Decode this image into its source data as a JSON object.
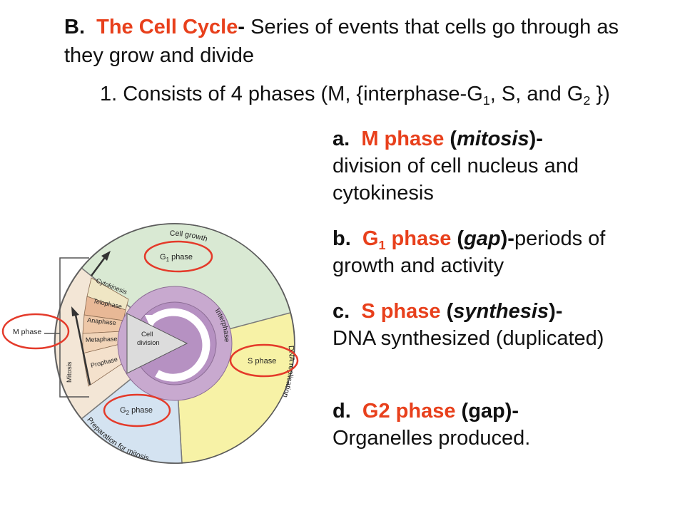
{
  "heading": {
    "letter": "B.",
    "topic": "The Cell Cycle",
    "dash": "-",
    "definition": "Series of events that cells go through as they grow and divide"
  },
  "point1": {
    "prefix": "1. Consists of 4 phases (M, {interphase-G",
    "sub1": "1",
    "middle": ", S, and G",
    "sub2": "2",
    "suffix": " })"
  },
  "items": {
    "a": {
      "letter": "a.",
      "term": "M phase",
      "open": "(",
      "gloss": "mitosis",
      "close": ")-",
      "desc": "division of cell nucleus and cytokinesis"
    },
    "b": {
      "letter": "b.",
      "term_pre": "G",
      "term_sub": "1",
      "term_post": " phase",
      "open": "(",
      "gloss": "gap",
      "close": ")-",
      "desc": "periods of growth and activity"
    },
    "c": {
      "letter": "c.",
      "term": "S phase",
      "open": "(",
      "gloss": "synthesis",
      "close": ")-",
      "desc": "DNA synthesized (duplicated)"
    },
    "d": {
      "letter": "d.",
      "term": "G2 phase",
      "open": "(gap)-",
      "desc": "Organelles produced."
    }
  },
  "diagram": {
    "cell_growth": "Cell growth",
    "g1_pre": "G",
    "g1_sub": "1",
    "g1_post": " phase",
    "g2_pre": "G",
    "g2_sub": "2",
    "g2_post": " phase",
    "s_phase": "S phase",
    "m_phase": "M phase",
    "dna_replication": "DNA replication",
    "preparation": "Preparation for mitosis",
    "interphase": "Interphase",
    "mitosis": "Mitosis",
    "cytokinesis": "Cytokinesis",
    "telophase": "Telophase",
    "anaphase": "Anaphase",
    "metaphase": "Metaphase",
    "prophase": "Prophase",
    "cell": "Cell",
    "division": "division"
  },
  "colors": {
    "accent": "#e8401c",
    "g1": "#d9e9d3",
    "s": "#f7f2a6",
    "g2": "#d4e3f1",
    "mitosis": "#f1ddc9",
    "ring": "#c8a9cf",
    "outline": "#e43a2a"
  }
}
